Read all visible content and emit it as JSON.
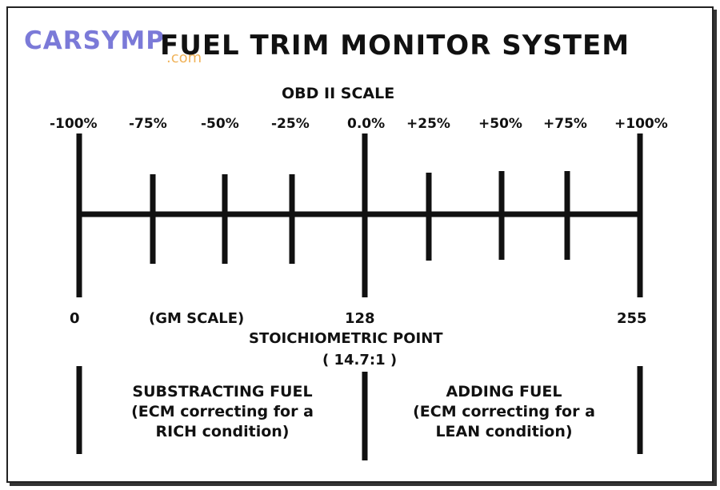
{
  "logo": {
    "text": "CARSYMP",
    "sub": ".com"
  },
  "title": "FUEL TRIM MONITOR SYSTEM",
  "obd_scale_label": "OBD II SCALE",
  "obd_ticks": [
    "-100%",
    "-75%",
    "-50%",
    "-25%",
    "0.0%",
    "+25%",
    "+50%",
    "+75%",
    "+100%"
  ],
  "gm_scale": {
    "low": "0",
    "label": "(GM SCALE)",
    "mid": "128",
    "high": "255"
  },
  "stoich": {
    "label": "STOICHIOMETRIC POINT",
    "ratio": "( 14.7:1 )"
  },
  "left_block": {
    "line1": "SUBSTRACTING FUEL",
    "line2": "(ECM correcting for a",
    "line3": "RICH condition)"
  },
  "right_block": {
    "line1": "ADDING FUEL",
    "line2": "(ECM correcting for a",
    "line3": "LEAN condition)"
  }
}
